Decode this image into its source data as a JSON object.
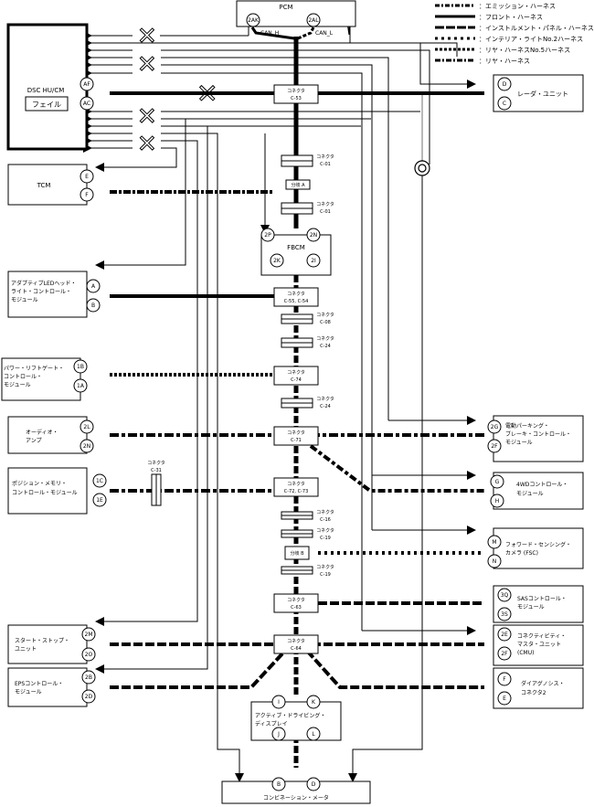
{
  "legend": [
    {
      "style": "emission",
      "label": "：エミッション・ハーネス"
    },
    {
      "style": "front",
      "label": "：フロント・ハーネス"
    },
    {
      "style": "instrument",
      "label": "：インストルメント・パネル・ハーネス"
    },
    {
      "style": "interior",
      "label": "：インテリア・ライトNo.2ハーネス"
    },
    {
      "style": "rear5",
      "label": "：リヤ・ハーネスNo.5ハーネス"
    },
    {
      "style": "rear",
      "label": "：リヤ・ハーネス"
    }
  ],
  "pcm": {
    "name": "PCM",
    "pins": [
      "2AK",
      "2AL"
    ],
    "can_h": "CAN_H",
    "can_l": "CAN_L"
  },
  "dsc": {
    "name": "DSC HU/CM",
    "status": "フェイル",
    "pins": [
      "AF",
      "AC"
    ]
  },
  "radar": {
    "name": "レーダ・ユニット",
    "pins": [
      "D",
      "C"
    ]
  },
  "tcm": {
    "name": "TCM",
    "pins": [
      "E",
      "F"
    ]
  },
  "fbcm": {
    "name": "FBCM",
    "pins": [
      "2P",
      "2N",
      "2K",
      "2I"
    ]
  },
  "led": {
    "name": [
      "アダプティブLEDヘッド・",
      "ライト・コントロール・",
      "モジュール"
    ],
    "pins": [
      "A",
      "B"
    ]
  },
  "liftgate": {
    "name": [
      "パワー・リフトゲート・",
      "コントロール・",
      "モジュール"
    ],
    "pins": [
      "1B",
      "1A"
    ]
  },
  "audio": {
    "name": [
      "オーディオ・",
      "アンプ"
    ],
    "pins": [
      "2L",
      "2N"
    ]
  },
  "position": {
    "name": [
      "ポジション・メモリ・",
      "コントロール・モジュール"
    ],
    "pins": [
      "1C",
      "1E"
    ]
  },
  "epb": {
    "name": [
      "電動パーキング・",
      "ブレーキ・コントロール・",
      "モジュール"
    ],
    "pins": [
      "2G",
      "2F"
    ]
  },
  "awd": {
    "name": [
      "4WDコントロール・",
      "モジュール"
    ],
    "pins": [
      "G",
      "H"
    ]
  },
  "fsc": {
    "name": [
      "フォワード・センシング・",
      "カメラ (FSC)"
    ],
    "pins": [
      "M",
      "N"
    ]
  },
  "sas": {
    "name": [
      "SASコントロール・",
      "モジュール"
    ],
    "pins": [
      "3Q",
      "3S"
    ]
  },
  "cmu": {
    "name": [
      "コネクティビティ・",
      "マスタ・ユニット",
      "(CMU)"
    ],
    "pins": [
      "2E",
      "2F"
    ]
  },
  "diag": {
    "name": [
      "ダイアグノシス・",
      "コネクタ2"
    ],
    "pins": [
      "F",
      "E"
    ]
  },
  "startstop": {
    "name": [
      "スタート・ストップ・",
      "ユニット"
    ],
    "pins": [
      "2M",
      "2O"
    ]
  },
  "eps": {
    "name": [
      "EPSコントロール・",
      "モジュール"
    ],
    "pins": [
      "2B",
      "2D"
    ]
  },
  "add": {
    "name": [
      "アクティブ・ドライビング・",
      "ディスプレイ"
    ],
    "pins": [
      "I",
      "K",
      "J",
      "L"
    ]
  },
  "meter": {
    "name": "コンビネーション・メータ",
    "pins": [
      "B",
      "D"
    ]
  },
  "connectors": {
    "c53": {
      "label": "コネクタ",
      "id": "C-53"
    },
    "c01a": {
      "label": "コネクタ",
      "id": "C-01"
    },
    "branchA": {
      "label": "分岐 A"
    },
    "c01b": {
      "label": "コネクタ",
      "id": "C-01"
    },
    "c5554": {
      "label": "コネクタ",
      "id": "C-55, C-54"
    },
    "c08": {
      "label": "コネクタ",
      "id": "C-08"
    },
    "c24a": {
      "label": "コネクタ",
      "id": "C-24"
    },
    "c74": {
      "label": "コネクタ",
      "id": "C-74"
    },
    "c24b": {
      "label": "コネクタ",
      "id": "C-24"
    },
    "c71": {
      "label": "コネクタ",
      "id": "C-71"
    },
    "c31": {
      "label": "コネクタ",
      "id": "C-31"
    },
    "c7273": {
      "label": "コネクタ",
      "id": "C-72, C-73"
    },
    "c16": {
      "label": "コネクタ",
      "id": "C-16"
    },
    "c19a": {
      "label": "コネクタ",
      "id": "C-19"
    },
    "branchB": {
      "label": "分岐 B"
    },
    "c19b": {
      "label": "コネクタ",
      "id": "C-19"
    },
    "c63": {
      "label": "コネクタ",
      "id": "C-63"
    },
    "c64": {
      "label": "コネクタ",
      "id": "C-64"
    }
  }
}
